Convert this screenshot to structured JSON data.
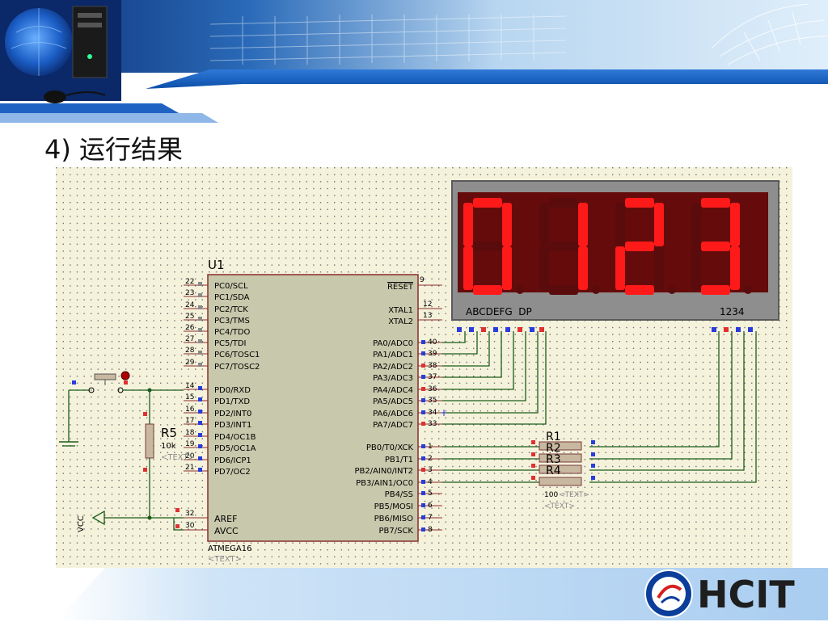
{
  "slide": {
    "heading": "4) 运行结果"
  },
  "chip": {
    "ref": "U1",
    "part": "ATMEGA16",
    "text_placeholder": "<TEXT>",
    "reset_pin": "9",
    "reset_label": "RESET",
    "xtal1_pin": "12",
    "xtal1_label": "XTAL1",
    "xtal2_pin": "13",
    "xtal2_label": "XTAL2",
    "aref_pin": "32",
    "aref_label": "AREF",
    "avcc_pin": "30",
    "avcc_label": "AVCC",
    "left_pins": [
      {
        "num": "22",
        "label": "PC0/SCL"
      },
      {
        "num": "23",
        "label": "PC1/SDA"
      },
      {
        "num": "24",
        "label": "PC2/TCK"
      },
      {
        "num": "25",
        "label": "PC3/TMS"
      },
      {
        "num": "26",
        "label": "PC4/TDO"
      },
      {
        "num": "27",
        "label": "PC5/TDI"
      },
      {
        "num": "28",
        "label": "PC6/TOSC1"
      },
      {
        "num": "29",
        "label": "PC7/TOSC2"
      },
      {
        "num": "14",
        "label": "PD0/RXD"
      },
      {
        "num": "15",
        "label": "PD1/TXD"
      },
      {
        "num": "16",
        "label": "PD2/INT0"
      },
      {
        "num": "17",
        "label": "PD3/INT1"
      },
      {
        "num": "18",
        "label": "PD4/OC1B"
      },
      {
        "num": "19",
        "label": "PD5/OC1A"
      },
      {
        "num": "20",
        "label": "PD6/ICP1"
      },
      {
        "num": "21",
        "label": "PD7/OC2"
      }
    ],
    "right_pins": [
      {
        "num": "40",
        "label": "PA0/ADC0"
      },
      {
        "num": "39",
        "label": "PA1/ADC1"
      },
      {
        "num": "38",
        "label": "PA2/ADC2"
      },
      {
        "num": "37",
        "label": "PA3/ADC3"
      },
      {
        "num": "36",
        "label": "PA4/ADC4"
      },
      {
        "num": "35",
        "label": "PA5/ADC5"
      },
      {
        "num": "34",
        "label": "PA6/ADC6"
      },
      {
        "num": "33",
        "label": "PA7/ADC7"
      },
      {
        "num": "1",
        "label": "PB0/T0/XCK"
      },
      {
        "num": "2",
        "label": "PB1/T1"
      },
      {
        "num": "3",
        "label": "PB2/AIN0/INT2"
      },
      {
        "num": "4",
        "label": "PB3/AIN1/OC0"
      },
      {
        "num": "5",
        "label": "PB4/SS"
      },
      {
        "num": "6",
        "label": "PB5/MOSI"
      },
      {
        "num": "7",
        "label": "PB6/MISO"
      },
      {
        "num": "8",
        "label": "PB7/SCK"
      }
    ]
  },
  "display": {
    "digits": [
      "0",
      "1",
      "2",
      "3"
    ],
    "segment_label": "ABCDEFG  DP",
    "digit_label": "1234",
    "on_color": "#ff1a1a",
    "off_color": "#5a0c0c"
  },
  "resistor_r5": {
    "ref": "R5",
    "value": "10k",
    "text_placeholder": "<TEXT>"
  },
  "resistor_array": {
    "refs": [
      "R1",
      "R2",
      "R3",
      "R4"
    ],
    "value": "100",
    "text_placeholder": "<TEXT>"
  },
  "vcc_label": "VCC",
  "logo": {
    "text": "HCIT"
  }
}
